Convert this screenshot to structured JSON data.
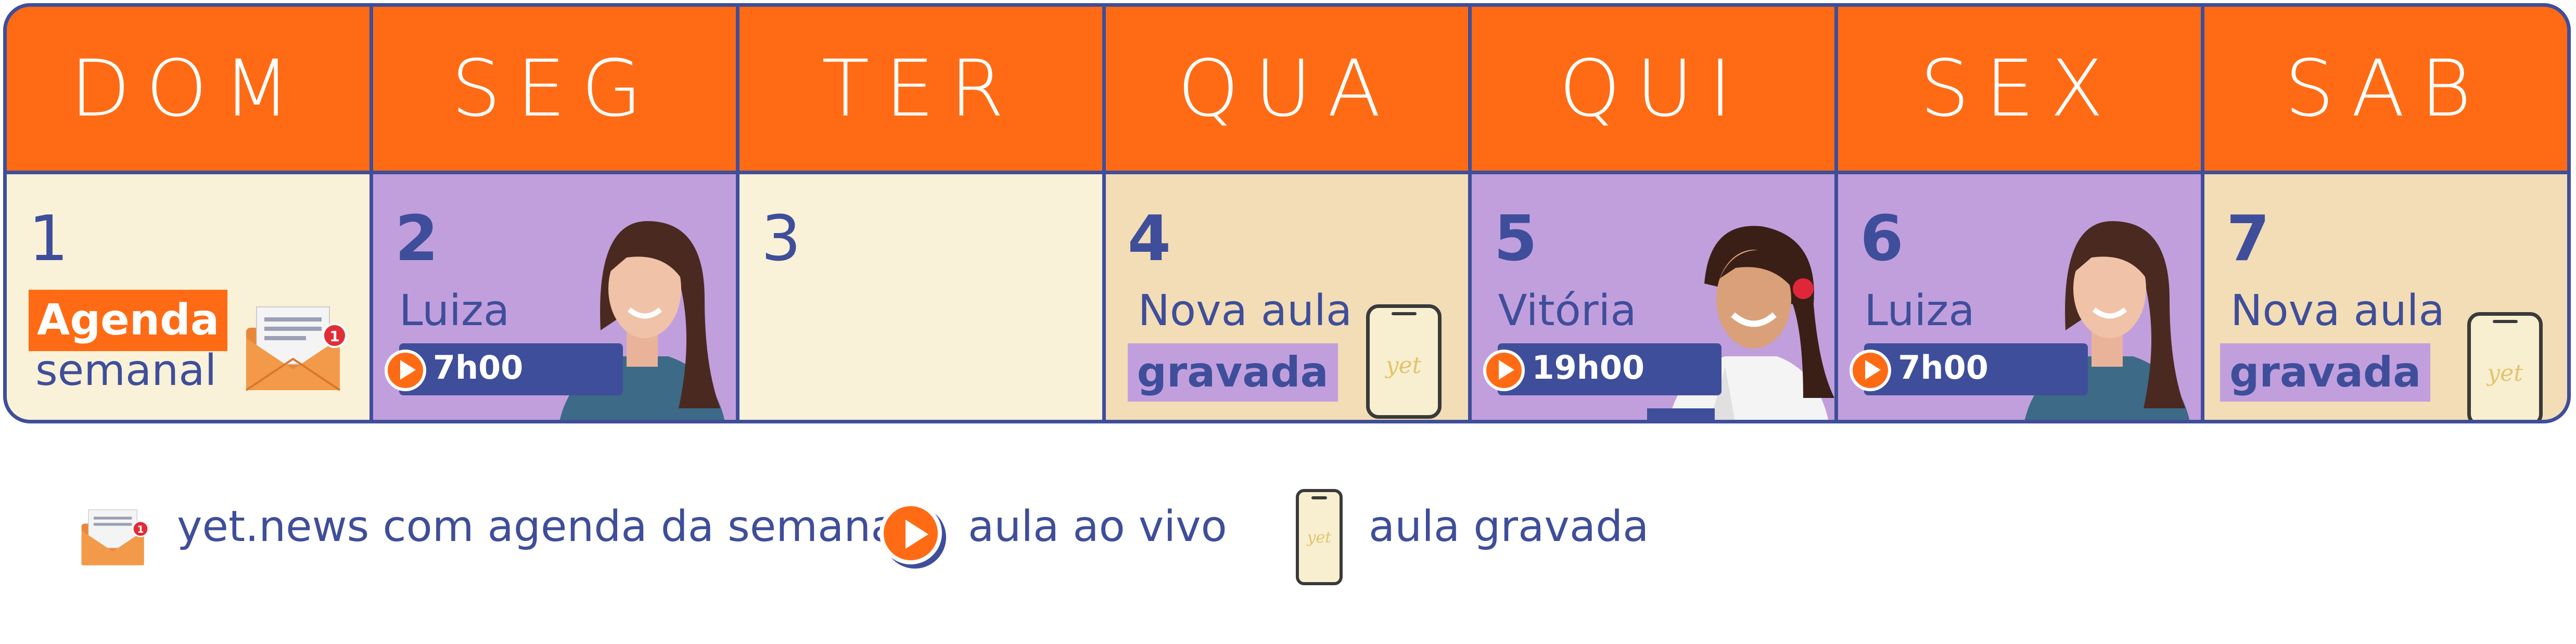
{
  "header": {
    "days": [
      "DOM",
      "SEG",
      "TER",
      "QUA",
      "QUI",
      "SEX",
      "SAB"
    ]
  },
  "cells": {
    "dom": {
      "day": "1",
      "tag": "Agenda",
      "text": "semanal",
      "icon": "envelope-icon"
    },
    "seg": {
      "day": "2",
      "name": "Luiza",
      "time": "7h00",
      "icon": "play-icon"
    },
    "ter": {
      "day": "3"
    },
    "qua": {
      "day": "4",
      "line1": "Nova aula",
      "line2": "gravada",
      "icon": "phone-icon"
    },
    "qui": {
      "day": "5",
      "name": "Vitória",
      "time": "19h00",
      "icon": "play-icon"
    },
    "sex": {
      "day": "6",
      "name": "Luiza",
      "time": "7h00",
      "icon": "play-icon"
    },
    "sab": {
      "day": "7",
      "line1": "Nova aula",
      "line2": "gravada",
      "icon": "phone-icon"
    }
  },
  "legend": {
    "news": "yet.news com agenda da semana",
    "live": "aula ao vivo",
    "recorded": "aula gravada"
  },
  "colors": {
    "orange": "#ff6b14",
    "navy": "#3f4e9a",
    "cream": "#f9f1d8",
    "lavender": "#c19fdd",
    "tan": "#f2ddb6"
  }
}
